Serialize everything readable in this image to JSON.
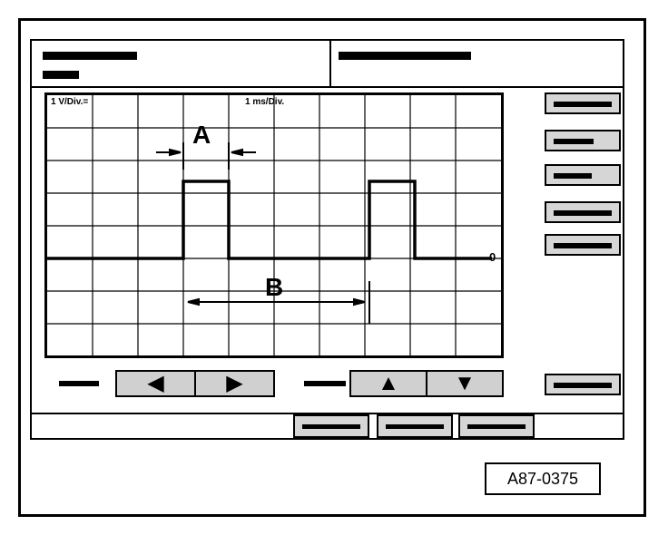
{
  "scope": {
    "volts_per_div": "1 V/Div.=",
    "time_per_div": "1 ms/Div.",
    "marker_a": "A",
    "marker_b": "B",
    "zero_label": "0"
  },
  "navigation": {
    "left_arrow": "◀",
    "right_arrow": "▶",
    "up_arrow": "▲",
    "down_arrow": "▼"
  },
  "figure_id": "A87-0375"
}
